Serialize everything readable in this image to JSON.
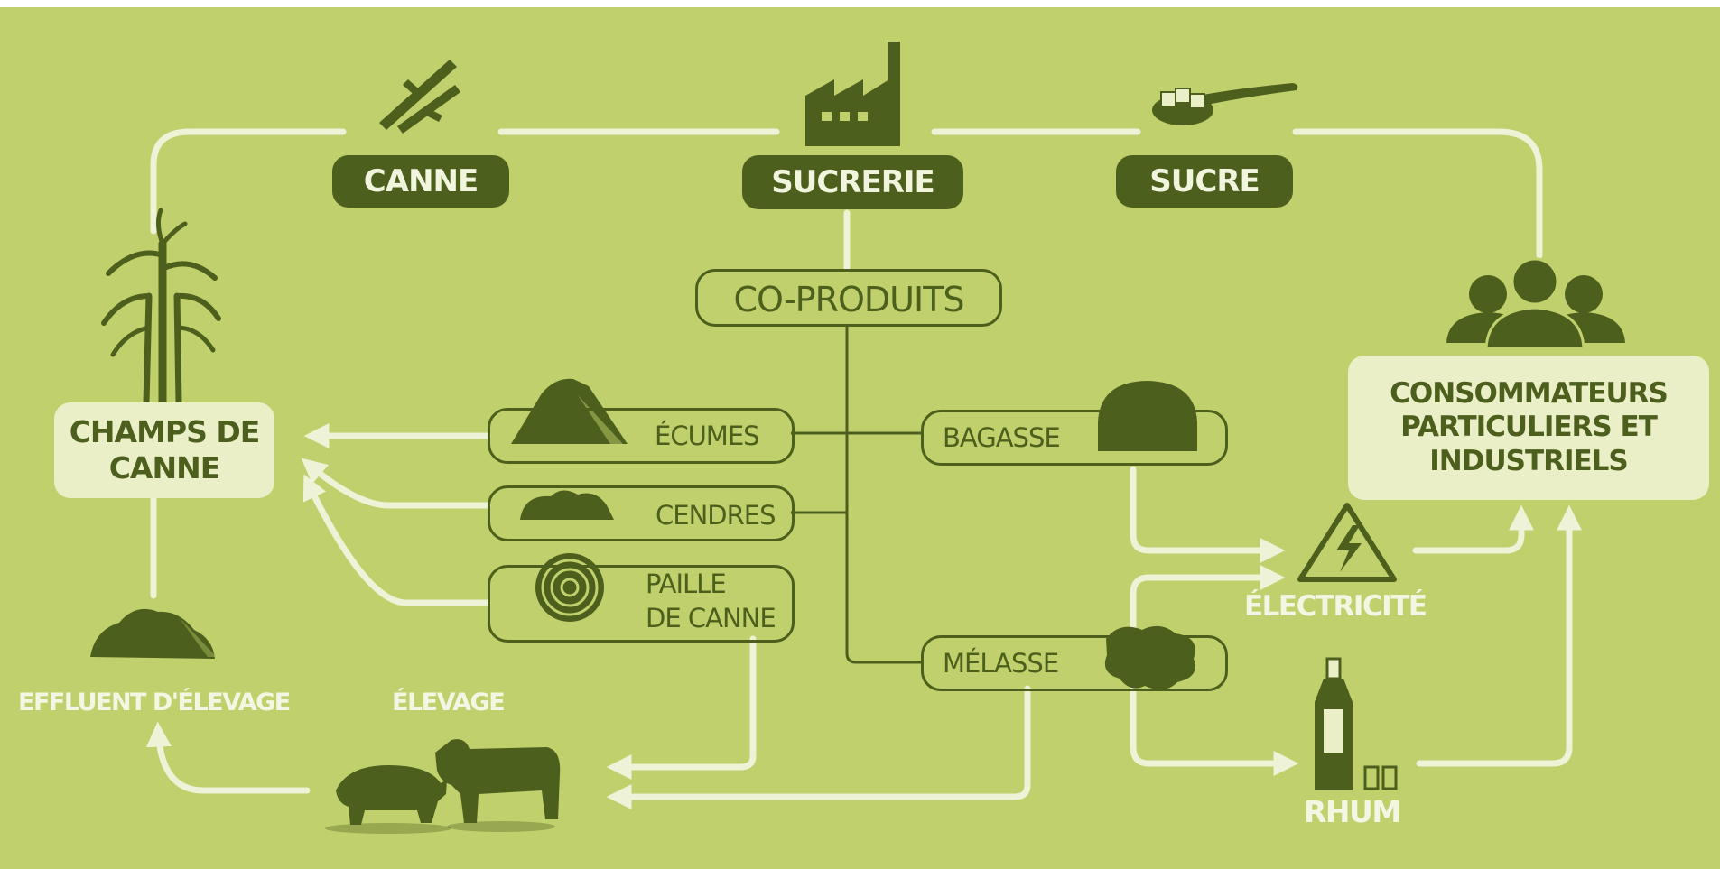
{
  "flow": {
    "top": {
      "canne": "CANNE",
      "sucrerie": "SUCRERIE",
      "sucre": "SUCRE"
    },
    "coproduits": {
      "title": "CO-PRODUITS",
      "ecumes": "ÉCUMES",
      "cendres": "CENDRES",
      "paille_line1": "PAILLE",
      "paille_line2": "DE CANNE",
      "bagasse": "BAGASSE",
      "melasse": "MÉLASSE"
    },
    "champs": {
      "line1": "CHAMPS DE",
      "line2": "CANNE"
    },
    "consommateurs": {
      "line1": "CONSOMMATEURS",
      "line2": "PARTICULIERS ET",
      "line3": "INDUSTRIELS"
    },
    "effluent": "EFFLUENT D'ÉLEVAGE",
    "elevage": "ÉLEVAGE",
    "electricite": "ÉLECTRICITÉ",
    "rhum": "RHUM"
  },
  "colors": {
    "background": "#bfd06c",
    "dark_green": "#4c5f1c",
    "light_box": "#eaefc8",
    "line": "#eef2d6"
  }
}
